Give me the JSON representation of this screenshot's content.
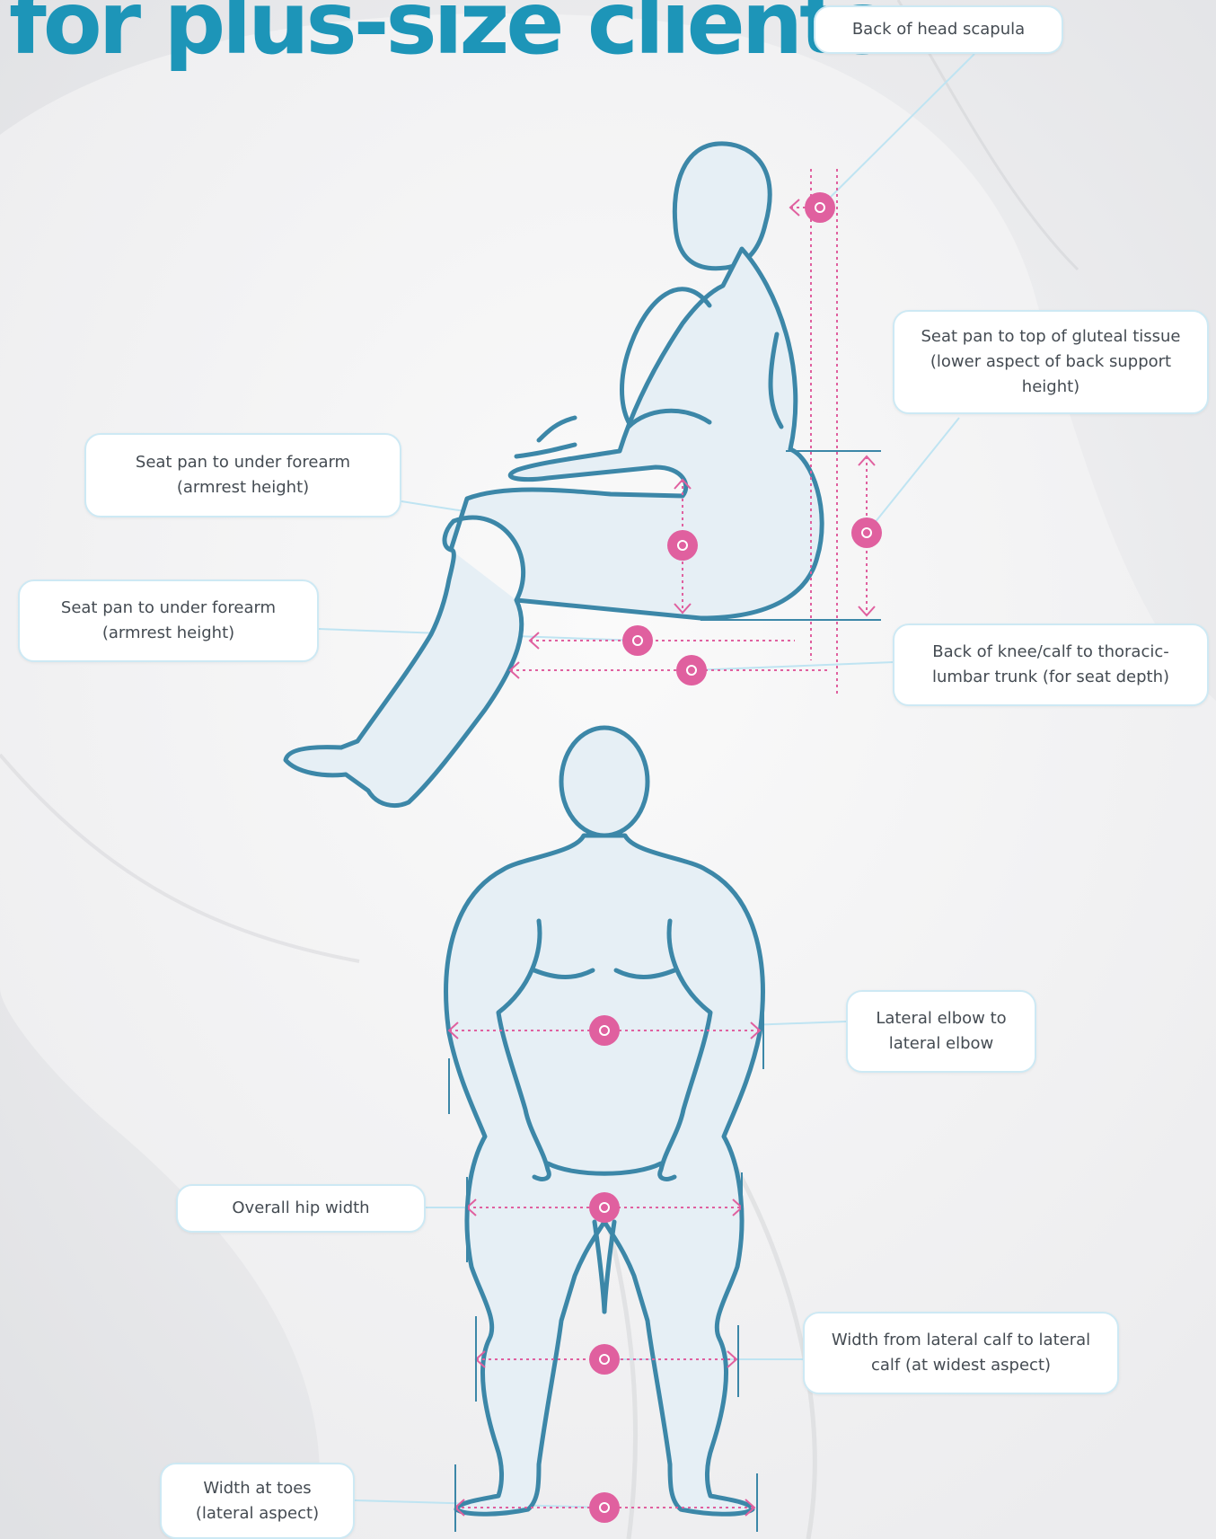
{
  "title": "for plus-size clients",
  "colors": {
    "title": "#1d95b8",
    "outline": "#3c87a8",
    "fill": "#e6eff5",
    "marker": "#e0609f",
    "leader": "#bfe4f2",
    "callout_border": "#cde9f4"
  },
  "callouts": {
    "back_of_head": "Back of head scapula",
    "seat_to_gluteal": "Seat pan to top of gluteal tissue (lower aspect of back support height)",
    "armrest_1": "Seat pan to under forearm (armrest height)",
    "armrest_2": "Seat pan to under forearm (armrest height)",
    "seat_depth": "Back of knee/calf to thoracic-lumbar trunk (for seat depth)",
    "elbow": "Lateral elbow to lateral elbow",
    "hip": "Overall hip width",
    "calf": "Width from lateral calf to lateral calf (at widest aspect)",
    "toes": "Width at toes (lateral aspect)"
  }
}
